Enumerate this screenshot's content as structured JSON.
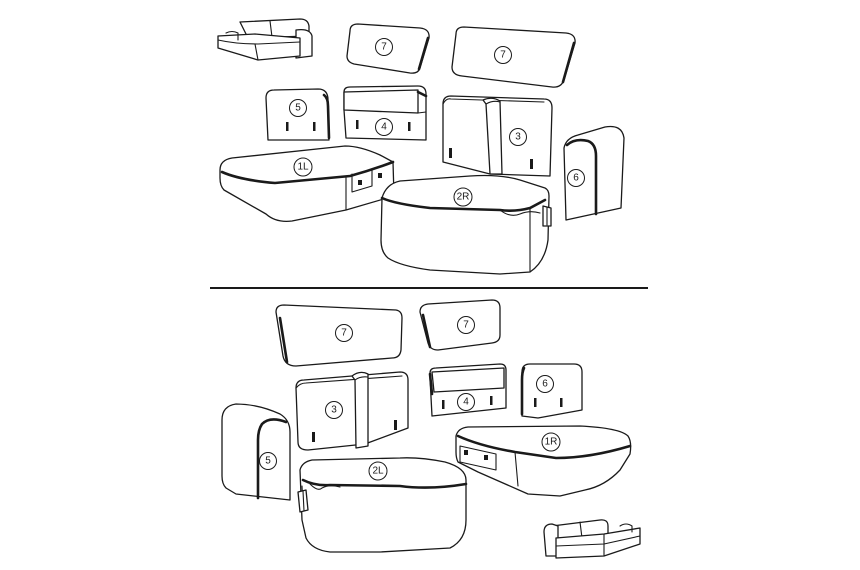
{
  "labels": {
    "top_back_small": "7",
    "top_back_large": "7",
    "top_arm_back": "5",
    "top_mid_back": "4",
    "top_corner_back": "3",
    "top_seat_left": "1L",
    "top_arm_right": "6",
    "top_seat_right": "2R",
    "bot_back_large": "7",
    "bot_back_small": "7",
    "bot_corner_back": "3",
    "bot_mid_back": "4",
    "bot_arm_back": "6",
    "bot_arm_left": "5",
    "bot_seat_left": "2L",
    "bot_seat_right": "1R"
  },
  "colors": {
    "line": "#1a1a1a",
    "background": "#ffffff"
  }
}
